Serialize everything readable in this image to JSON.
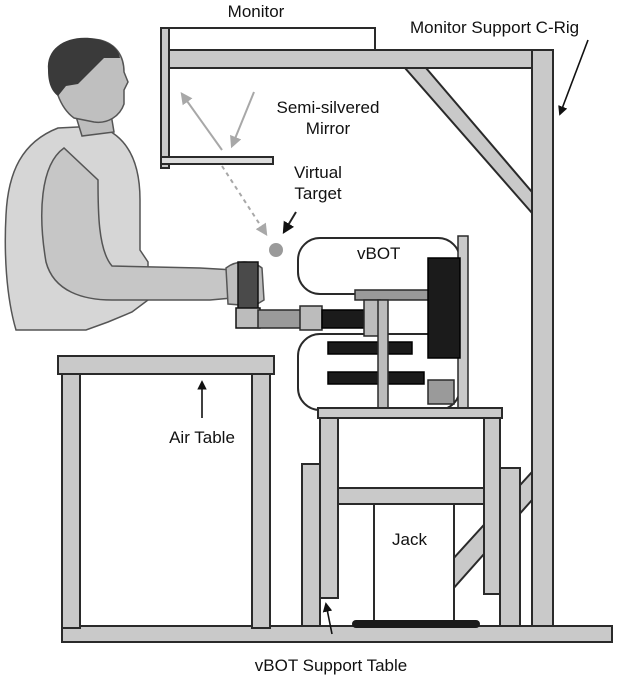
{
  "labels": {
    "monitor": "Monitor",
    "monitor_support": "Monitor Support C-Rig",
    "mirror_line1": "Semi-silvered",
    "mirror_line2": "Mirror",
    "target_line1": "Virtual",
    "target_line2": "Target",
    "vbot": "vBOT",
    "air_table": "Air Table",
    "jack": "Jack",
    "vbot_support": "vBOT Support Table"
  },
  "colors": {
    "frame": "#c9c9c9",
    "outline": "#2a2a2a",
    "dark_part": "#1b1b1b",
    "target": "#9a9a9a",
    "skin": "#b9b9b9",
    "shirt": "#d6d6d6"
  }
}
